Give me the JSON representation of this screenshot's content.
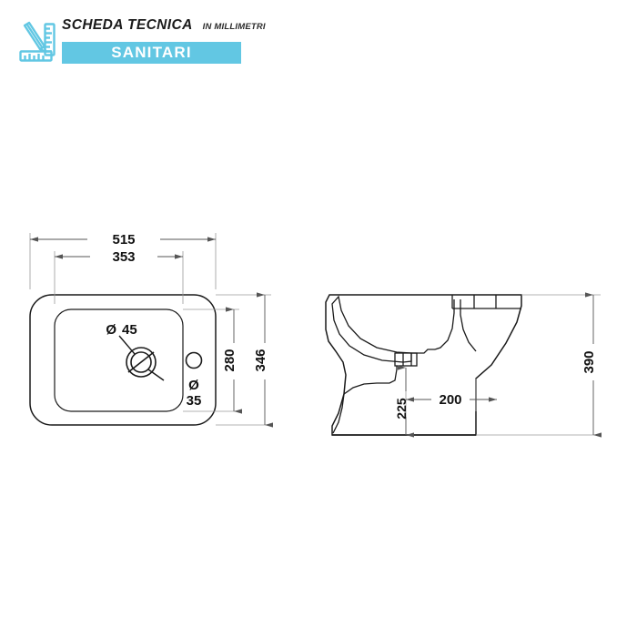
{
  "header": {
    "icon": "pencil-ruler-icon",
    "title": "SCHEDA TECNICA",
    "units_note": "IN MILLIMETRI",
    "category": "SANITARI",
    "accent_color": "#62c7e3",
    "icon_color": "#62c7e3",
    "text_color": "#1b1b1b"
  },
  "drawing": {
    "line_color": "#1a1a1a",
    "dim_line_color": "#8a8a8a",
    "background": "#ffffff",
    "plan_view": {
      "name": "bidet-plan-view",
      "dimensions": {
        "overall_width": "515",
        "inner_width": "353",
        "overall_depth": "346",
        "inner_depth": "280"
      },
      "features": [
        {
          "name": "drain-hole",
          "label_prefix": "Ø",
          "label_value": "45"
        },
        {
          "name": "tap-hole",
          "label_prefix": "Ø",
          "label_value": "35"
        }
      ]
    },
    "side_view": {
      "name": "bidet-side-view",
      "dimensions": {
        "height": "390",
        "base_depth": "200",
        "outlet_height": "225"
      }
    }
  },
  "labels": {
    "d515": "515",
    "d353": "353",
    "d346": "346",
    "d280": "280",
    "d390": "390",
    "d200": "200",
    "d225": "225",
    "diameter_symbol_1": "Ø",
    "diameter_45": "45",
    "diameter_symbol_2": "Ø",
    "diameter_35": "35"
  }
}
